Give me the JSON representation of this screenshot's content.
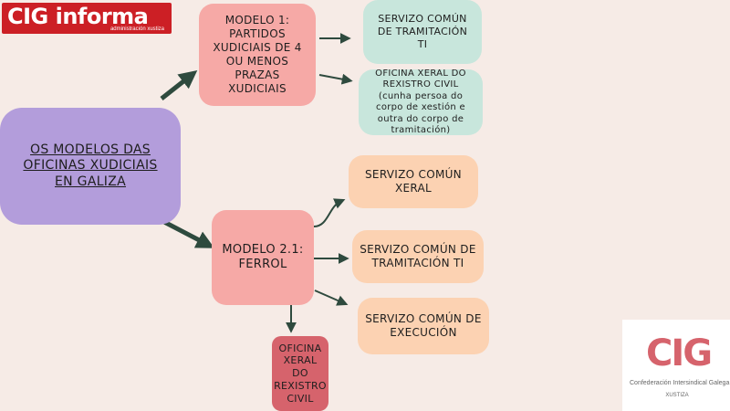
{
  "header_logo": {
    "main": "CIG informa",
    "sub": "administración xustiza"
  },
  "footer_logo": {
    "mark": "CIG",
    "name": "Confederación Intersindical Galega",
    "sub": "XUSTIZA"
  },
  "root": {
    "label": "Os modelos das oficinas xudiciais en Galiza"
  },
  "modelo1": {
    "label": "Modelo 1: partidos xudiciais de 4 ou menos prazas xudiciais",
    "children": [
      {
        "label": "Servizo común de tramitación TI"
      },
      {
        "label_caps": "Oficina xeral do rexistro civil",
        "label_note": "(cunha persoa do corpo de xestión e outra do corpo de tramitación)"
      }
    ]
  },
  "modelo2": {
    "label": "Modelo 2.1: Ferrol",
    "children": [
      {
        "label": "Servizo común xeral"
      },
      {
        "label": "Servizo común de tramitación TI"
      },
      {
        "label": "Servizo común de execución"
      },
      {
        "label": "Oficina xeral do rexistro civil"
      }
    ]
  },
  "colors": {
    "background": "#f6ebe6",
    "root": "#b39ddb",
    "modelo": "#f6a9a6",
    "modelo1_child": "#c8e6dc",
    "modelo2_child": "#fcd2b2",
    "rexistro": "#d6636c",
    "arrow": "#2e4a3e",
    "brand_red": "#cc1f25"
  }
}
